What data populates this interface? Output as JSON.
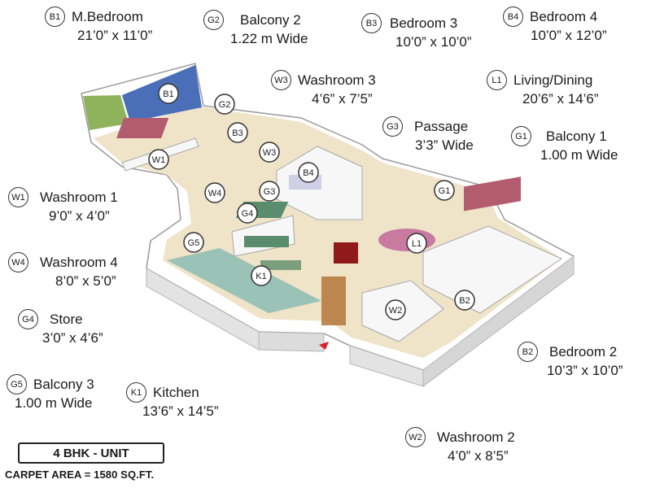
{
  "rooms": {
    "B1": {
      "name": "M.Bedroom",
      "size": "21’0” x 11’0”"
    },
    "G2": {
      "name": "Balcony 2",
      "size": "1.22 m Wide"
    },
    "B3": {
      "name": "Bedroom 3",
      "size": "10’0” x 10’0”"
    },
    "B4": {
      "name": "Bedroom 4",
      "size": "10’0” x 12’0”"
    },
    "W3": {
      "name": "Washroom 3",
      "size": "4’6” x 7’5”"
    },
    "L1": {
      "name": "Living/Dining",
      "size": "20’6” x 14’6”"
    },
    "G3": {
      "name": "Passage",
      "size": "3’3” Wide"
    },
    "G1": {
      "name": "Balcony 1",
      "size": "1.00 m Wide"
    },
    "W1": {
      "name": "Washroom 1",
      "size": "9’0” x 4’0”"
    },
    "W4": {
      "name": "Washroom 4",
      "size": "8’0” x 5’0”"
    },
    "G4": {
      "name": "Store",
      "size": "3’0” x 4’6”"
    },
    "G5": {
      "name": "Balcony 3",
      "size": "1.00 m Wide"
    },
    "K1": {
      "name": "Kitchen",
      "size": "13’6” x 14’5”"
    },
    "B2": {
      "name": "Bedroom 2",
      "size": "10’3” x 10’0”"
    },
    "W2": {
      "name": "Washroom 2",
      "size": "4’0” x 8’5”"
    }
  },
  "unit_label": "4 BHK - UNIT",
  "carpet_area": "CARPET AREA = 1580 SQ.FT.",
  "colors": {
    "wall": "#f2f2f2",
    "floor": "#efe3c8",
    "accent_blue": "#4a6fb8",
    "accent_green": "#8fb35a",
    "water": "#7fb7b0"
  }
}
